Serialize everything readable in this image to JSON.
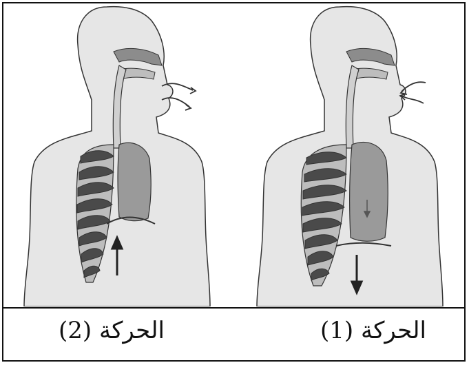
{
  "figure_title": "",
  "panels": [
    {
      "id": "left",
      "caption": "الحركة (2)",
      "diaphragm_arrow": "up",
      "air_flow": "out"
    },
    {
      "id": "right",
      "caption": "الحركة (1)",
      "diaphragm_arrow": "down",
      "air_flow": "in"
    }
  ],
  "colors": {
    "skin": "#e6e6e6",
    "outline": "#333333",
    "lung": "#9a9a9a",
    "rib_dark": "#4a4a4a",
    "rib_light": "#bdbdbd"
  }
}
